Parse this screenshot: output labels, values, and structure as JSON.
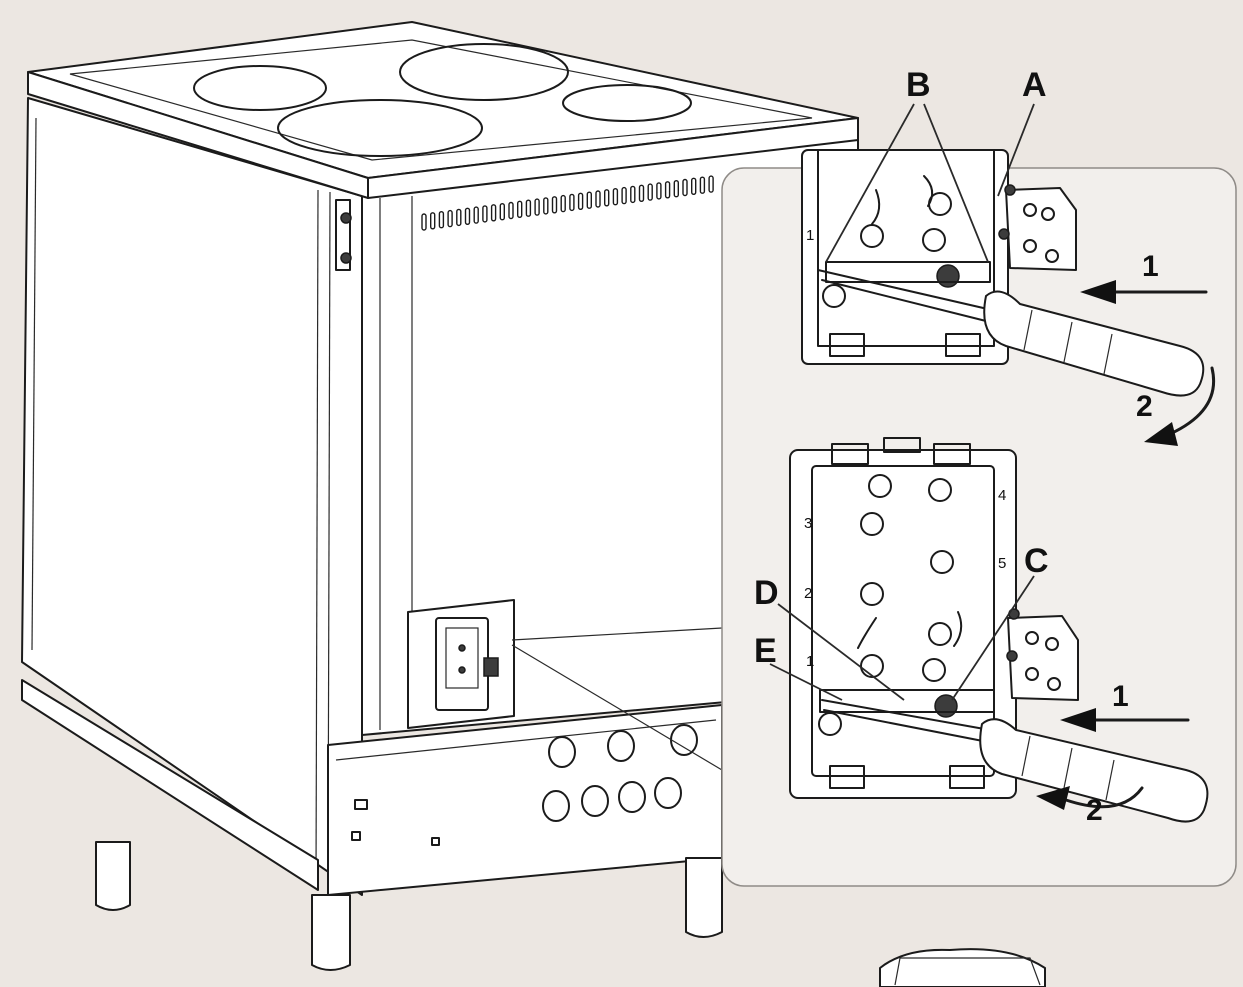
{
  "labels": {
    "A": "A",
    "B": "B",
    "C": "C",
    "D": "D",
    "E": "E"
  },
  "steps": {
    "top_push": "1",
    "top_rotate": "2",
    "bottom_push": "1",
    "bottom_rotate": "2"
  },
  "terminal_numbers": {
    "t1_top": "1",
    "t1": "1",
    "t2": "2",
    "t3": "3",
    "t4": "4",
    "t5": "5"
  },
  "colors": {
    "background": "#ece7e2",
    "line": "#1b1b1b",
    "panel": "#f2efec"
  }
}
